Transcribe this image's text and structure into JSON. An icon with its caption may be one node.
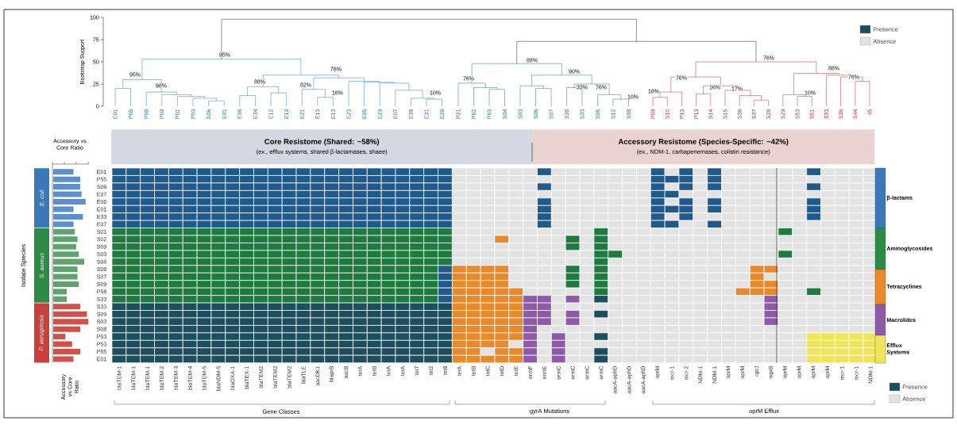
{
  "diagram": {
    "nodes": [
      {
        "text": [
          "Core Resistome (Shared: ~58%)",
          "(ex., efflux systems, shared β-lactamases, shaee)"
        ]
      },
      {
        "text": [
          "Accessory Resistome (Species-Specific: ~42%)",
          "(ex., NDM-1, carbapenemases, colistin resistance)"
        ]
      },
      {
        "text": [
          "E. coli"
        ]
      },
      {
        "text": [
          "S. aureus"
        ]
      },
      {
        "text": [
          "P. aeruginosa"
        ]
      },
      {
        "text": [
          "β-lactams"
        ]
      },
      {
        "text": [
          "Aminoglycosides"
        ]
      },
      {
        "text": [
          "Tetracyclines"
        ]
      },
      {
        "text": [
          "Macrolides"
        ]
      },
      {
        "text": [
          "Efflux Systems"
        ]
      }
    ],
    "labels": [
      "Bootstrap Support",
      "100",
      "75",
      "50",
      "25",
      "0",
      "95%",
      "98%",
      "95%",
      "88%",
      "82%",
      "76%",
      "16%",
      "10%",
      "76%",
      "88%",
      "90%",
      "33%",
      "76%",
      "10%",
      "16%",
      "76%",
      "16%",
      "17%",
      "76%",
      "10%",
      "86%",
      "76%",
      "E01",
      "P05",
      "P08",
      "P09",
      "P01",
      "P03",
      "E06",
      "E01",
      "E38",
      "E34",
      "E12",
      "E19",
      "E21",
      "E13",
      "E13",
      "E23",
      "E05",
      "E29",
      "E07",
      "E38",
      "E31",
      "E28",
      "P21",
      "P62",
      "P63",
      "S04",
      "S03",
      "S06",
      "S07",
      "S38",
      "S33",
      "S06",
      "S12",
      "S08",
      "P09",
      "S10",
      "P13",
      "P13",
      "S14",
      "S15",
      "S36",
      "S37",
      "S28",
      "S29",
      "S53",
      "S51",
      "S33",
      "S36",
      "S44",
      "45",
      "Accessory vs Core Ratio",
      "Isolate Species",
      "E01",
      "P55",
      "S09",
      "E07",
      "E08",
      "E01",
      "E33",
      "E07",
      "S01",
      "S02",
      "S09",
      "S03",
      "S08",
      "S09",
      "S07",
      "S09",
      "P58",
      "S33",
      "S33",
      "S09",
      "S03",
      "S08",
      "P53",
      "P53",
      "P55",
      "E01",
      "blaTEM-1",
      "blaTEM-1",
      "blaTEM-1",
      "blaTEM-2",
      "blaTEM-3",
      "blaTEM-4",
      "blaTEM-5",
      "blaNDM-5",
      "blaOXA-1",
      "blaTEX-1",
      "blaTEM2",
      "blaTEM2",
      "blaTEM2",
      "blaTLE",
      "aacDK1",
      "blaprB",
      "aacB",
      "tetA",
      "tetB",
      "tetA",
      "tetA",
      "tet7",
      "tet2",
      "tet8",
      "tetA",
      "tetB",
      "tetC",
      "tetD",
      "tetE",
      "ermF",
      "ermE",
      "ermC",
      "ermC",
      "ermC",
      "ermC",
      "aacA-aphD",
      "aacA-aphD",
      "aacA-aphD",
      "oprM",
      "mcr-1",
      "mcr-2",
      "NDM-1",
      "NDM-1",
      "oprM",
      "oprM",
      "oprJ",
      "oqxB",
      "oprM",
      "oprM",
      "oprM",
      "oprM",
      "mcr-1",
      "mcr-1",
      "NDM-1",
      "Accessory vs Core Ratio",
      "Gene Classes",
      "gyrA Mutations",
      "oprM Efflux"
    ],
    "legend": [
      {
        "text": "Presence",
        "color": "#1d4e5e"
      },
      {
        "text": "Absence",
        "color": "#e3e3e3"
      },
      {
        "text": "Presence",
        "color": "#1d4e5e"
      },
      {
        "text": "Absence",
        "color": "#e3e3e3"
      }
    ]
  }
}
